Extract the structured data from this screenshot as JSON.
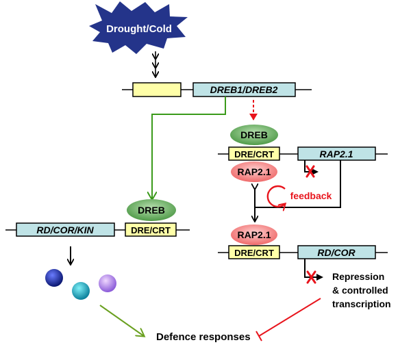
{
  "stress": {
    "label": "Drought/Cold"
  },
  "genes": {
    "dreb_locus": "DREB1/DREB2",
    "rap_locus": "RAP2.1",
    "rd_cor_kin": "RD/COR/KIN",
    "rd_cor": "RD/COR"
  },
  "proteins": {
    "dreb_top": "DREB",
    "dreb_left": "DREB",
    "rap_top": "RAP2.1",
    "rap_bottom": "RAP2.1"
  },
  "elements": {
    "dre_crt_top": "DRE/CRT",
    "dre_crt_left": "DRE/CRT",
    "dre_crt_bottom": "DRE/CRT"
  },
  "labels": {
    "feedback": "feedback",
    "repression_1": "Repression",
    "repression_2": "& controlled",
    "repression_3": "transcription",
    "defence": "Defence responses"
  },
  "colors": {
    "gene_box": "#bfe3e6",
    "promoter_box": "#ffffa8",
    "dreb_protein": "#5fa05a",
    "rap_protein": "#f07a7a",
    "stress_burst": "#24348a",
    "green_arrow": "#3a9a1a",
    "red": "#e8141c",
    "olive_arrow": "#6aa020"
  }
}
